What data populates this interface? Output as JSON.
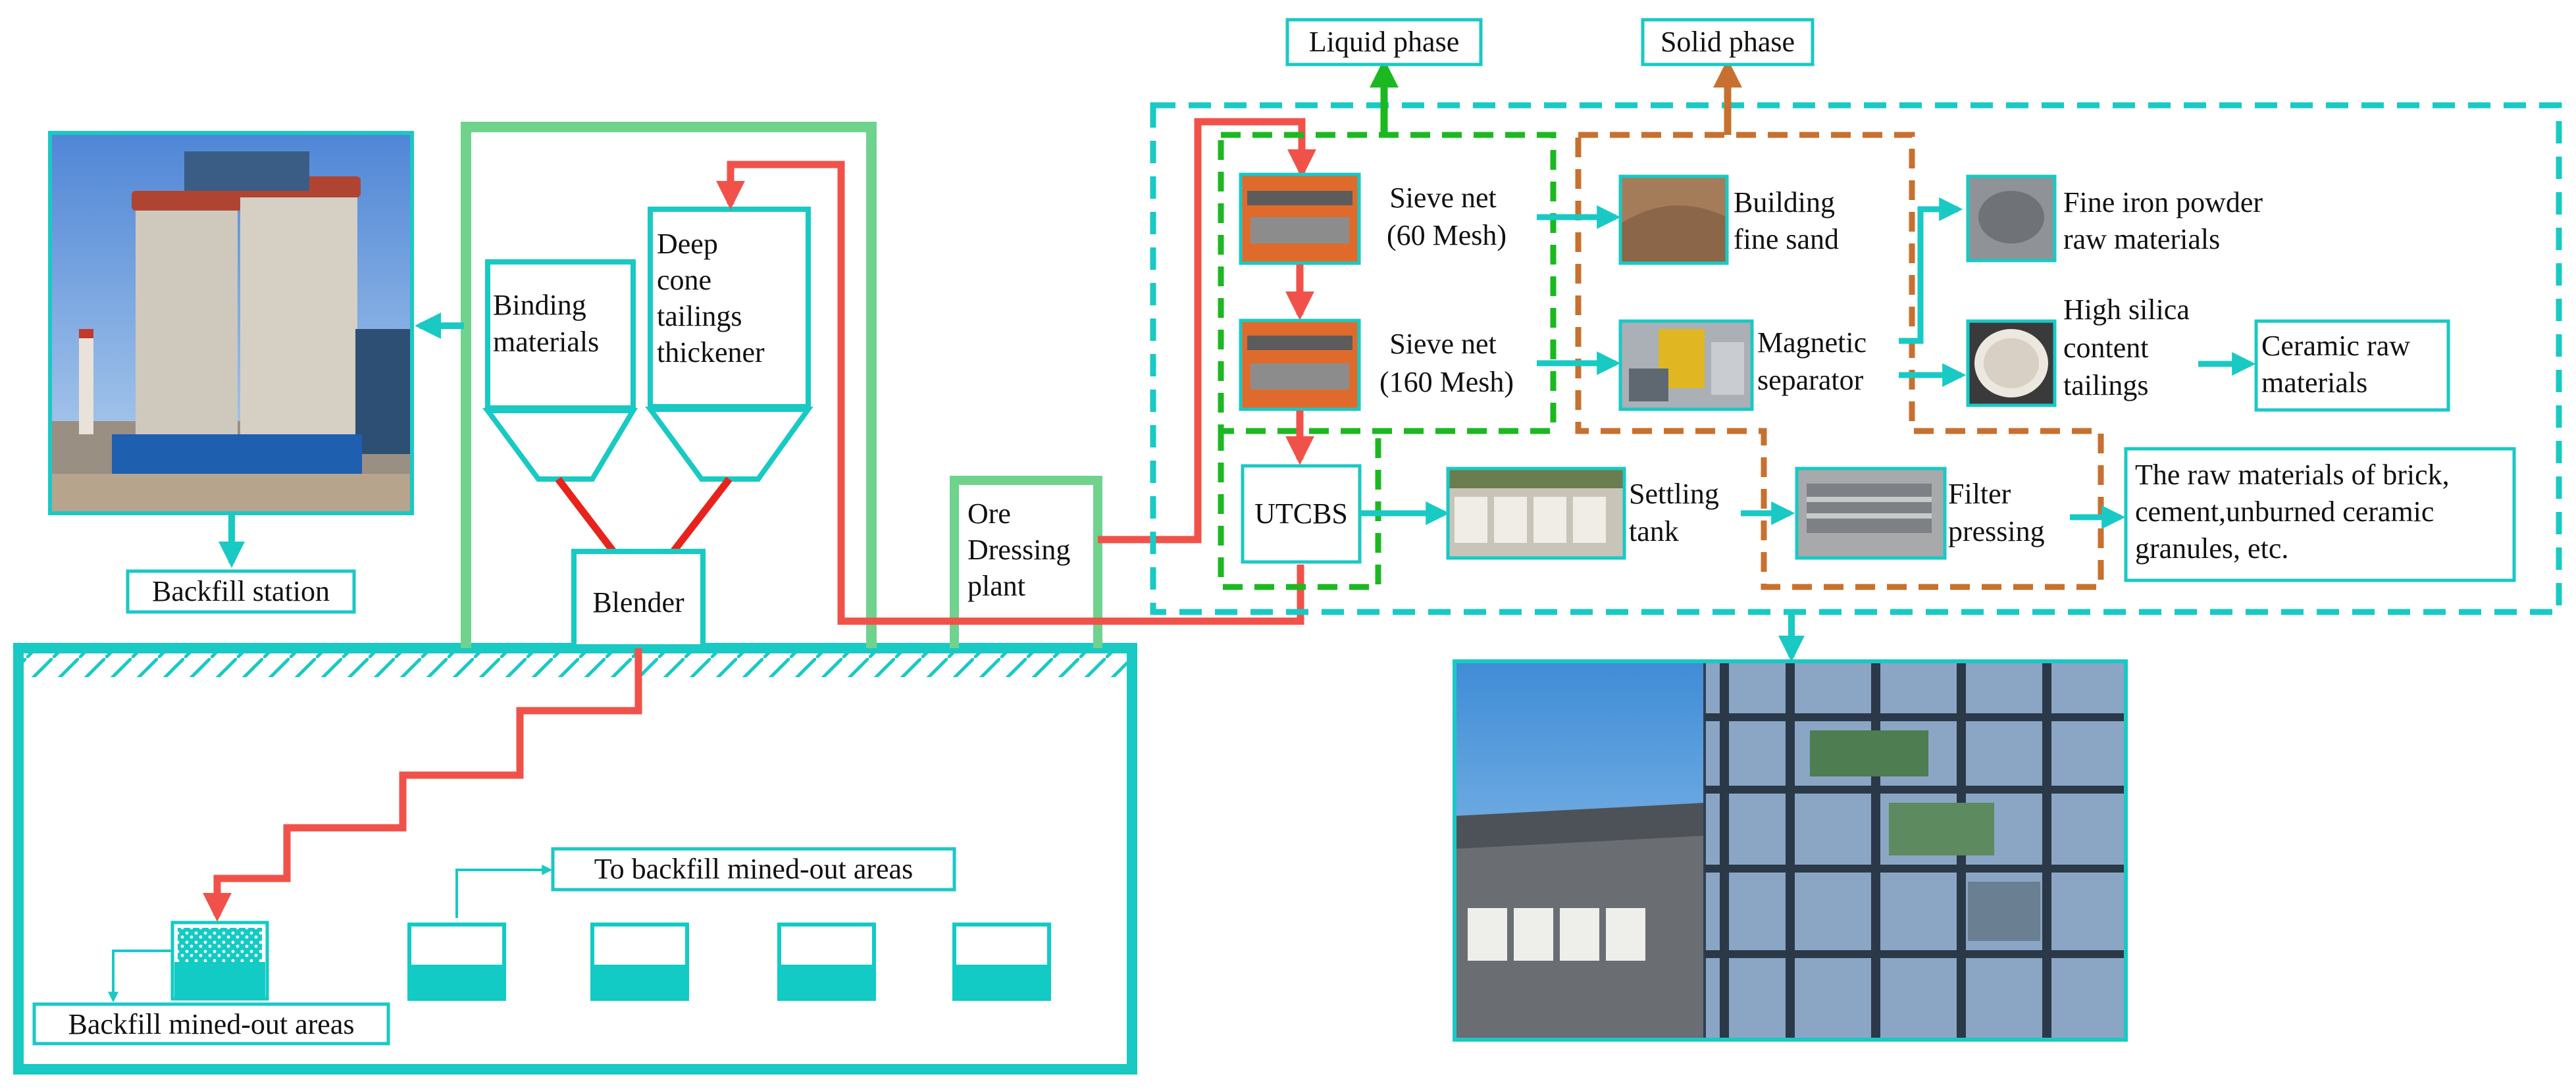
{
  "colors": {
    "teal": "#19c9c4",
    "teal_fill": "#12cbc4",
    "green_light": "#6fd38e",
    "green_dashed": "#1cb821",
    "orange_dashed": "#c8702f",
    "red_pipe": "#f0524a",
    "text": "#111111"
  },
  "labels": {
    "liquid_phase": "Liquid phase",
    "solid_phase": "Solid phase",
    "backfill_station": "Backfill station",
    "binding_materials": [
      "Binding",
      "materials"
    ],
    "deep_cone_thickener": [
      "Deep",
      "cone",
      "tailings",
      "thickener"
    ],
    "blender": "Blender",
    "ore_dressing_plant": [
      "Ore",
      "Dressing",
      "plant"
    ],
    "sieve_60": [
      "Sieve net",
      "(60 Mesh)"
    ],
    "sieve_160": [
      "Sieve net",
      "(160 Mesh)"
    ],
    "utcbs": "UTCBS",
    "building_fine_sand": [
      "Building",
      "fine sand"
    ],
    "magnetic_separator": [
      "Magnetic",
      "separator"
    ],
    "fine_iron_powder": [
      "Fine iron powder",
      "raw materials"
    ],
    "high_silica": [
      "High silica",
      "content",
      "tailings"
    ],
    "ceramic_raw": [
      "Ceramic raw",
      "materials"
    ],
    "settling_tank": [
      "Settling",
      "tank"
    ],
    "filter_pressing": [
      "Filter",
      "pressing"
    ],
    "raw_materials_brick": [
      "The raw materials of brick,",
      "cement,unburned ceramic",
      "granules, etc."
    ],
    "to_backfill": "To backfill mined-out areas",
    "backfill_mined_out": "Backfill mined-out areas"
  },
  "pictures": {
    "backfill_station_photo": "photo of backfill station silos",
    "plant_photo": "photo of steel-frame processing plant",
    "sieve_photo": "sieve net machine",
    "sand_photo": "building fine sand pile",
    "magnetic_photo": "magnetic separator machine",
    "iron_powder_photo": "fine iron powder",
    "silica_photo": "high silica tailings in dish",
    "settling_photo": "settling tanks",
    "filter_photo": "filter press"
  }
}
